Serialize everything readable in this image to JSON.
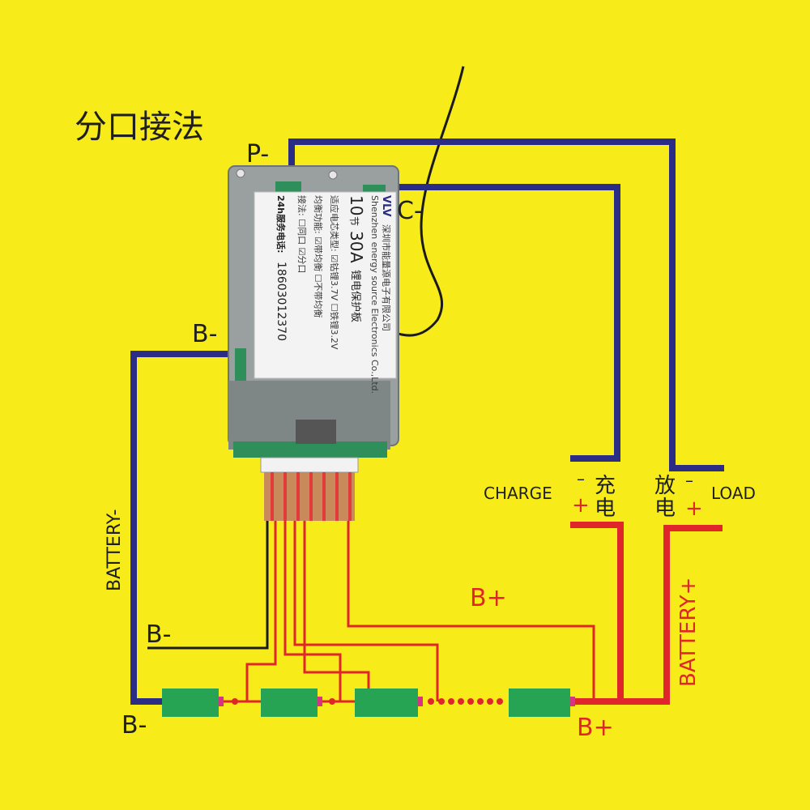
{
  "title": "分口接法",
  "labels": {
    "p_minus": "P-",
    "c_minus": "C-",
    "b_minus_top": "B-",
    "b_minus_mid": "B-",
    "b_minus_bottom": "B-",
    "b_plus_mid": "B+",
    "b_plus_bottom": "B+",
    "battery_minus": "BATTERY-",
    "battery_plus": "BATTERY+",
    "charge": "CHARGE",
    "charge_cn_1": "充",
    "charge_cn_2": "电",
    "load": "LOAD",
    "discharge_cn_1": "放",
    "discharge_cn_2": "电",
    "minus": "–",
    "plus": "+"
  },
  "board": {
    "logo": "VLV",
    "company": "深圳市能量源电子有限公司",
    "company_en": "Shenzhen energy source Electronics Co.,Ltd.",
    "spec_cells": "10",
    "spec_unit_1": "节",
    "spec_current": "30",
    "spec_unit_2": "A",
    "product": "锂电保护板",
    "opt_1": "适应电芯类型: ☑钴锂3.7V  ☐铁锂3.2V",
    "opt_2": "均衡功能: ☑带均衡  ☐不带均衡",
    "opt_3": "接法: ☐同口  ☑分口",
    "phone_label": "24h服务电话:",
    "phone": "18603012370"
  },
  "colors": {
    "background": "#f7ec1a",
    "negative_wire": "#2b2d84",
    "positive_wire": "#e0262b",
    "cell": "#27a354",
    "text": "#1f1f1f"
  }
}
